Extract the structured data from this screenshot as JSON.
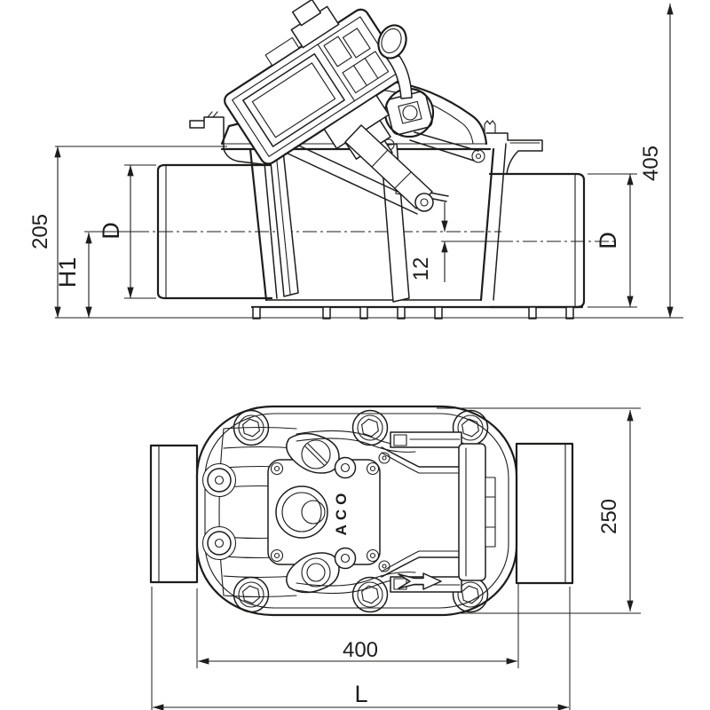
{
  "drawing": {
    "kind": "technical line drawing, two orthographic views of a backflow valve",
    "colors": {
      "line": "#1d1d1b",
      "background": "#ffffff"
    },
    "side_view": {
      "name": "sectional side view",
      "dim_height_overall": "405",
      "dim_height_inlet": "205",
      "dim_height_h1": "H1",
      "dim_diameter_inlet": "D",
      "dim_diameter_outlet": "D",
      "dim_offset_invert": "12"
    },
    "plan_view": {
      "name": "top plan view",
      "brand_text": "ACO",
      "dim_width": "250",
      "dim_length_flange": "400",
      "dim_length_overall": "L"
    }
  }
}
